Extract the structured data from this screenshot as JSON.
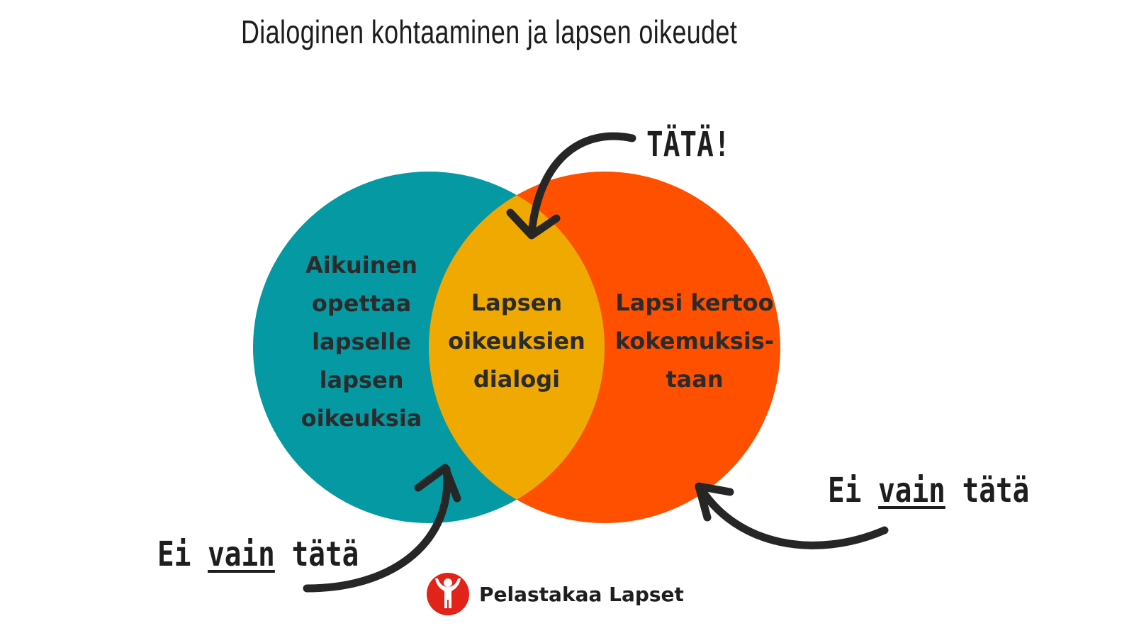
{
  "title": "Dialoginen kohtaaminen ja lapsen oikeudet",
  "colors": {
    "left_circle": "#0499A3",
    "right_circle": "#FF5000",
    "intersection": "#F0A900",
    "text": "#2b2b2b",
    "logo_red": "#E2231A"
  },
  "left": {
    "lines": [
      "Aikuinen",
      "opettaa",
      "lapselle",
      "lapsen",
      "oikeuksia"
    ]
  },
  "center": {
    "lines": [
      "Lapsen",
      "oikeuksien",
      "dialogi"
    ]
  },
  "right": {
    "lines": [
      "Lapsi kertoo",
      "kokemuksis-",
      "taan"
    ]
  },
  "callouts": {
    "top": "TÄTÄ!",
    "left": {
      "prefix": "Ei ",
      "emphasis": "vain",
      "suffix": " tätä"
    },
    "right": {
      "prefix": "Ei ",
      "emphasis": "vain",
      "suffix": " tätä"
    }
  },
  "logo": {
    "name": "Pelastakaa Lapset",
    "icon": "save-the-children-icon"
  }
}
